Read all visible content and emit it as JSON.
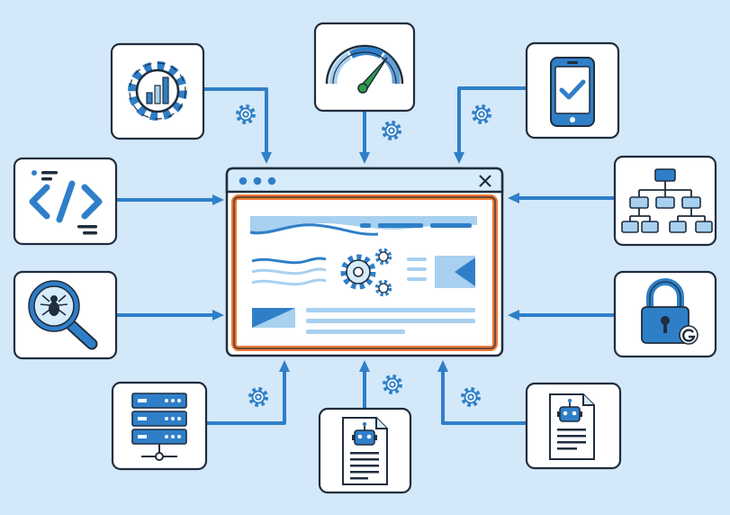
{
  "colors": {
    "background": "#d3e8f8",
    "accent_blue": "#2f7fc8",
    "dark_outline": "#1f2d3d",
    "light_blue": "#a8d0f0",
    "frame_orange": "#ee7a35",
    "gauge_green": "#2f9a4a",
    "card_fill": "#ffffff"
  },
  "central_window": {
    "controls": [
      "window-dot-icon",
      "window-dot-icon",
      "window-dot-icon",
      "close-icon"
    ],
    "content_icons": [
      "wave-header-icon",
      "gear-cluster-icon",
      "play-shape-icon",
      "text-lines-icon"
    ]
  },
  "cards": [
    {
      "id": "gear-chart",
      "icon": "gear-chart-icon"
    },
    {
      "id": "speed-gauge",
      "icon": "speed-gauge-icon"
    },
    {
      "id": "mobile-check",
      "icon": "mobile-check-icon"
    },
    {
      "id": "code",
      "icon": "code-icon"
    },
    {
      "id": "sitemap",
      "icon": "sitemap-icon"
    },
    {
      "id": "crawler-search",
      "icon": "spider-magnifier-icon"
    },
    {
      "id": "secure-lock",
      "icon": "lock-icon"
    },
    {
      "id": "server",
      "icon": "server-icon"
    },
    {
      "id": "robots-doc",
      "icon": "robot-document-icon"
    },
    {
      "id": "robots-doc-2",
      "icon": "robot-document-icon"
    }
  ],
  "connector_icons": "small-gear-icon"
}
